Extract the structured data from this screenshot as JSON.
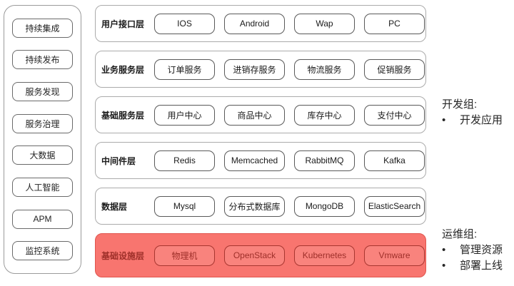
{
  "sidebar": {
    "items": [
      "持续集成",
      "持续发布",
      "服务发现",
      "服务治理",
      "大数据",
      "人工智能",
      "APM",
      "监控系统"
    ]
  },
  "layers": [
    {
      "label": "用户接口层",
      "items": [
        "IOS",
        "Android",
        "Wap",
        "PC"
      ],
      "highlighted": false
    },
    {
      "label": "业务服务层",
      "items": [
        "订单服务",
        "进销存服务",
        "物流服务",
        "促销服务"
      ],
      "highlighted": false
    },
    {
      "label": "基础服务层",
      "items": [
        "用户中心",
        "商品中心",
        "库存中心",
        "支付中心"
      ],
      "highlighted": false
    },
    {
      "label": "中间件层",
      "items": [
        "Redis",
        "Memcached",
        "RabbitMQ",
        "Kafka"
      ],
      "highlighted": false
    },
    {
      "label": "数据层",
      "items": [
        "Mysql",
        "分布式数据库",
        "MongoDB",
        "ElasticSearch"
      ],
      "highlighted": false
    },
    {
      "label": "基础设施层",
      "items": [
        "物理机",
        "OpenStack",
        "Kubernetes",
        "Vmware"
      ],
      "highlighted": true
    }
  ],
  "notes": {
    "dev": {
      "title": "开发组:",
      "bullet": "•",
      "items": [
        "开发应用"
      ]
    },
    "ops": {
      "title": "运维组:",
      "bullet": "•",
      "items": [
        "管理资源",
        "部署上线"
      ]
    }
  },
  "colors": {
    "highlight_background": "#f8756f",
    "highlight_border": "#e0554e",
    "highlight_text": "#9e2f29",
    "box_border": "#595959",
    "row_border": "#ababab",
    "text": "#1a1a1a"
  }
}
